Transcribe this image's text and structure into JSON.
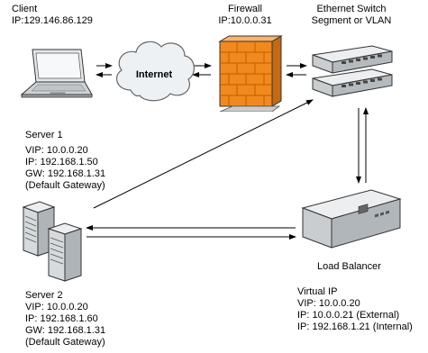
{
  "client": {
    "title": "Client",
    "ip": "IP:129.146.86.129",
    "icon": "laptop-icon"
  },
  "internet": {
    "label": "Internet",
    "icon": "cloud-icon"
  },
  "firewall": {
    "title": "Firewall",
    "ip": "IP:10.0.0.31",
    "icon": "brick-wall-icon"
  },
  "switch": {
    "line1": "Ethernet Switch",
    "line2": "Segment or VLAN",
    "icon": "network-switch-icon"
  },
  "server1": {
    "title": "Server 1",
    "vip": "VIP: 10.0.0.20",
    "ip": "IP: 192.168.1.50",
    "gw": "GW: 192.168.1.31",
    "note": "(Default Gateway)"
  },
  "server2": {
    "title": "Server 2",
    "vip": "VIP: 10.0.0.20",
    "ip": "IP: 192.168.1.60",
    "gw": "GW: 192.168.1.31",
    "note": "(Default Gateway)",
    "icon": "server-tower-icon"
  },
  "load_balancer": {
    "title": "Load Balancer",
    "icon": "load-balancer-icon",
    "vip_heading": "Virtual IP",
    "vip": "VIP: 10.0.0.20",
    "ip_external": "IP: 10.0.0.21 (External)",
    "ip_internal": "IP: 192.168.1.21 (Internal)"
  },
  "colors": {
    "firewall_orange": "#f08a1e",
    "firewall_brick_line": "#c45a00",
    "cloud_fill": "#eef1f4",
    "device_gray": "#d9dcde"
  }
}
